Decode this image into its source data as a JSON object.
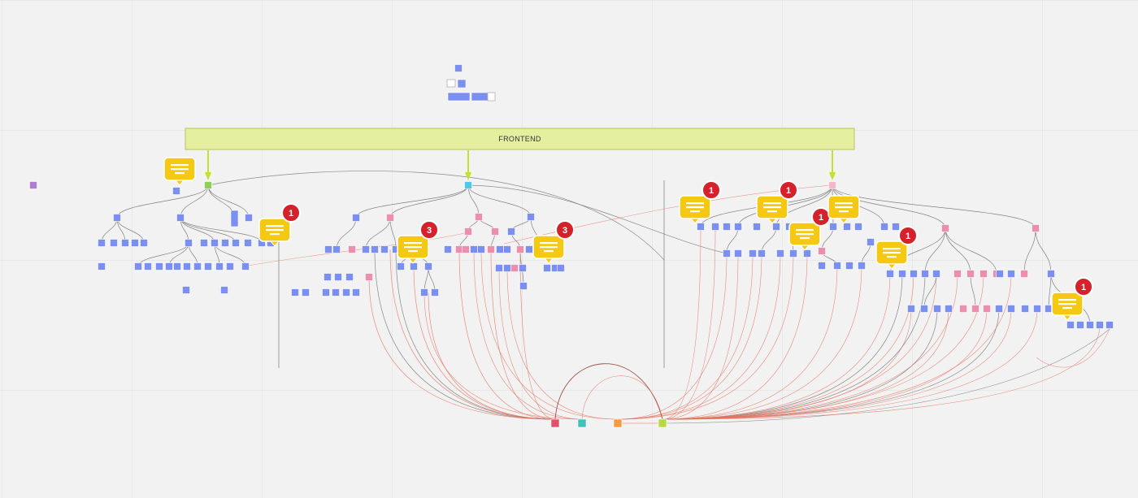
{
  "board": {
    "frame_title": "FRONTEND"
  },
  "colors": {
    "frame_fill": "#e4efa0",
    "frame_stroke": "#b7c45a",
    "arrow": "#c3e02c",
    "node_blue": "#7b8ff0",
    "node_pink": "#ec8fae",
    "node_green": "#8ccf5a",
    "node_cyan": "#4fc8ea",
    "node_light_pink": "#f5b6cc",
    "node_purple": "#b07ed0",
    "node_outline": "#ffffff",
    "sink_red": "#e0506a",
    "sink_teal": "#40c2b8",
    "sink_orange": "#f59a40",
    "sink_lime": "#b8d840",
    "edge_gray": "#6f6f6f",
    "edge_red": "#e8705e",
    "comment_fill": "#f5c814",
    "comment_lines": "#ffffff",
    "badge_fill": "#d6202a"
  },
  "comments": [
    {
      "icon": "comment-icon",
      "badge": ""
    },
    {
      "icon": "comment-icon",
      "badge": "1"
    },
    {
      "icon": "comment-icon",
      "badge": "3"
    },
    {
      "icon": "comment-icon",
      "badge": "3"
    },
    {
      "icon": "comment-icon",
      "badge": "1"
    },
    {
      "icon": "comment-icon",
      "badge": "1"
    },
    {
      "icon": "comment-icon",
      "badge": "1"
    },
    {
      "icon": "comment-icon",
      "badge": ""
    },
    {
      "icon": "comment-icon",
      "badge": "1"
    },
    {
      "icon": "comment-icon",
      "badge": "1"
    }
  ]
}
